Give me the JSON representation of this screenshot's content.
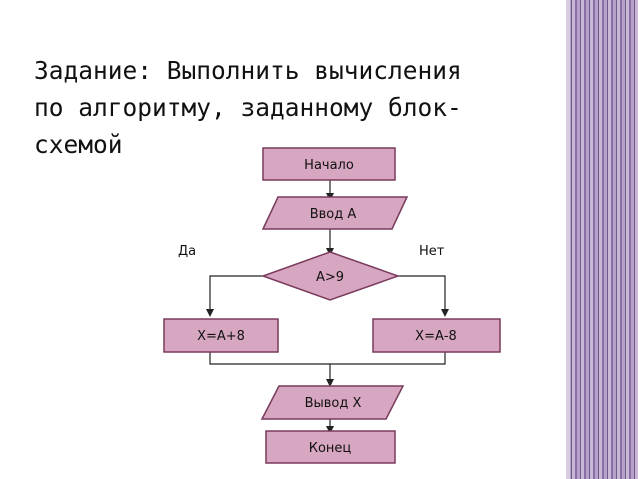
{
  "slide": {
    "title_lines": [
      "Задание: Выполнить вычисления",
      "по алгоритму, заданному блок-",
      "схемой"
    ]
  },
  "flowchart": {
    "start": "Начало",
    "input": "Ввод А",
    "condition": "А>9",
    "yes_label": "Да",
    "no_label": "Нет",
    "yes_branch": "Х=А+8",
    "no_branch": "Х=А-8",
    "output": "Вывод Х",
    "end": "Конец"
  },
  "colors": {
    "shape_fill": "#d7a6c0",
    "shape_stroke": "#7a3a5c",
    "line": "#222222"
  }
}
